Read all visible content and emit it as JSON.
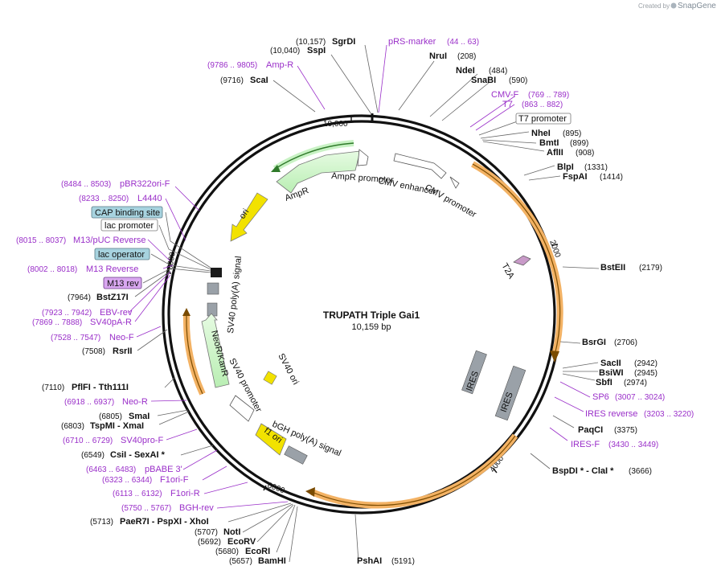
{
  "watermark": {
    "created_by": "Created by",
    "brand": "SnapGene"
  },
  "plasmid": {
    "name": "TRUPATH Triple Gai1",
    "size": "10,159 bp"
  },
  "ticks": {
    "t2000": "2000",
    "t4000": "4000",
    "t6000": "6000",
    "t8000": "8000",
    "t10000": "10,000"
  },
  "features": {
    "ampr": "AmpR",
    "ampr_promoter": "AmpR promoter",
    "cmv_enhancer": "CMV enhancer",
    "cmv_promoter": "CMV promoter",
    "ori": "ori",
    "sv40_polya": "SV40 poly(A) signal",
    "neor": "NeoR/KanR",
    "sv40_promoter": "SV40 promoter",
    "sv40_ori": "SV40 ori",
    "f1ori": "f1 ori",
    "bgh_polya": "bGH poly(A) signal",
    "t2a": "T2A",
    "ires1": "IRES",
    "ires2": "IRES"
  },
  "colors": {
    "orf_fill": "#f3b264",
    "orf_dark": "#7a4b00",
    "green_light": "#c8f2c4",
    "green_dark": "#40b23c",
    "yellow": "#f2e200",
    "gray": "#9aa1a8",
    "primer": "#9a2fc9",
    "cyan_box": "#a7d3df",
    "violet_box": "#d9a7f0"
  },
  "labels": {
    "sgrdi": {
      "num": "(10,157)",
      "name": "SgrDI"
    },
    "sspi": {
      "num": "(10,040)",
      "name": "SspI"
    },
    "prs_marker": {
      "name": "pRS-marker",
      "range": "(44 .. 63)"
    },
    "nrui": {
      "name": "NruI",
      "num": "(208)"
    },
    "ampr_primer": {
      "range": "(9786 .. 9805)",
      "name": "Amp-R"
    },
    "scai": {
      "num": "(9716)",
      "name": "ScaI"
    },
    "ndei": {
      "name": "NdeI",
      "num": "(484)"
    },
    "snabi": {
      "name": "SnaBI",
      "num": "(590)"
    },
    "cmvf": {
      "name": "CMV-F",
      "range": "(769 .. 789)"
    },
    "t7": {
      "name": "T7",
      "range": "(863 .. 882)"
    },
    "t7_promoter": {
      "name": "T7 promoter"
    },
    "nhei": {
      "name": "NheI",
      "num": "(895)"
    },
    "bmti": {
      "name": "BmtI",
      "num": "(899)"
    },
    "aflii": {
      "name": "AflII",
      "num": "(908)"
    },
    "blpi": {
      "name": "BlpI",
      "num": "(1331)"
    },
    "fspai": {
      "name": "FspAI",
      "num": "(1414)"
    },
    "pbr322": {
      "range": "(8484 .. 8503)",
      "name": "pBR322ori-F"
    },
    "l4440": {
      "range": "(8233 .. 8250)",
      "name": "L4440"
    },
    "cap": {
      "name": "CAP binding site"
    },
    "lac_promoter": {
      "name": "lac promoter"
    },
    "m13puc": {
      "range": "(8015 .. 8037)",
      "name": "M13/pUC Reverse"
    },
    "lac_operator": {
      "name": "lac operator"
    },
    "m13rev_primer": {
      "range": "(8002 .. 8018)",
      "name": "M13 Reverse"
    },
    "m13rev_box": {
      "name": "M13 rev"
    },
    "bstz17i": {
      "num": "(7964)",
      "name": "BstZ17I"
    },
    "ebv": {
      "range": "(7923 .. 7942)",
      "name": "EBV-rev"
    },
    "sv40pa": {
      "range": "(7869 .. 7888)",
      "name": "SV40pA-R"
    },
    "neof": {
      "range": "(7528 .. 7547)",
      "name": "Neo-F"
    },
    "rsrii": {
      "num": "(7508)",
      "name": "RsrII"
    },
    "bsteii": {
      "name": "BstEII",
      "num": "(2179)"
    },
    "bsrgi": {
      "name": "BsrGI",
      "num": "(2706)"
    },
    "sacii": {
      "name": "SacII",
      "num": "(2942)"
    },
    "bsiwi": {
      "name": "BsiWI",
      "num": "(2945)"
    },
    "sbfi": {
      "name": "SbfI",
      "num": "(2974)"
    },
    "sp6": {
      "name": "SP6",
      "range": "(3007 .. 3024)"
    },
    "ires_rev": {
      "name": "IRES reverse",
      "range": "(3203 .. 3220)"
    },
    "paqci": {
      "name": "PaqCI",
      "num": "(3375)"
    },
    "iresf": {
      "name": "IRES-F",
      "range": "(3430 .. 3449)"
    },
    "bspdi": {
      "name": "BspDI * - ClaI *",
      "num": "(3666)"
    },
    "pflfi": {
      "num": "(7110)",
      "name": "PflFI - Tth111I"
    },
    "neor_primer": {
      "range": "(6918 .. 6937)",
      "name": "Neo-R"
    },
    "smai": {
      "num": "(6805)",
      "name": "SmaI"
    },
    "tspmi": {
      "num": "(6803)",
      "name": "TspMI - XmaI"
    },
    "sv40pro": {
      "range": "(6710 .. 6729)",
      "name": "SV40pro-F"
    },
    "csii": {
      "num": "(6549)",
      "name": "CsiI - SexAI *"
    },
    "pbabe": {
      "range": "(6463 .. 6483)",
      "name": "pBABE 3'"
    },
    "f1orif": {
      "range": "(6323 .. 6344)",
      "name": "F1ori-F"
    },
    "f1orir": {
      "range": "(6113 .. 6132)",
      "name": "F1ori-R"
    },
    "bghrev": {
      "range": "(5750 .. 5767)",
      "name": "BGH-rev"
    },
    "paer7i": {
      "num": "(5713)",
      "name": "PaeR7I - PspXI - XhoI"
    },
    "noti": {
      "num": "(5707)",
      "name": "NotI"
    },
    "ecorv": {
      "num": "(5692)",
      "name": "EcoRV"
    },
    "ecori": {
      "num": "(5680)",
      "name": "EcoRI"
    },
    "bamhi": {
      "num": "(5657)",
      "name": "BamHI"
    },
    "pshai": {
      "name": "PshAI",
      "num": "(5191)"
    }
  }
}
